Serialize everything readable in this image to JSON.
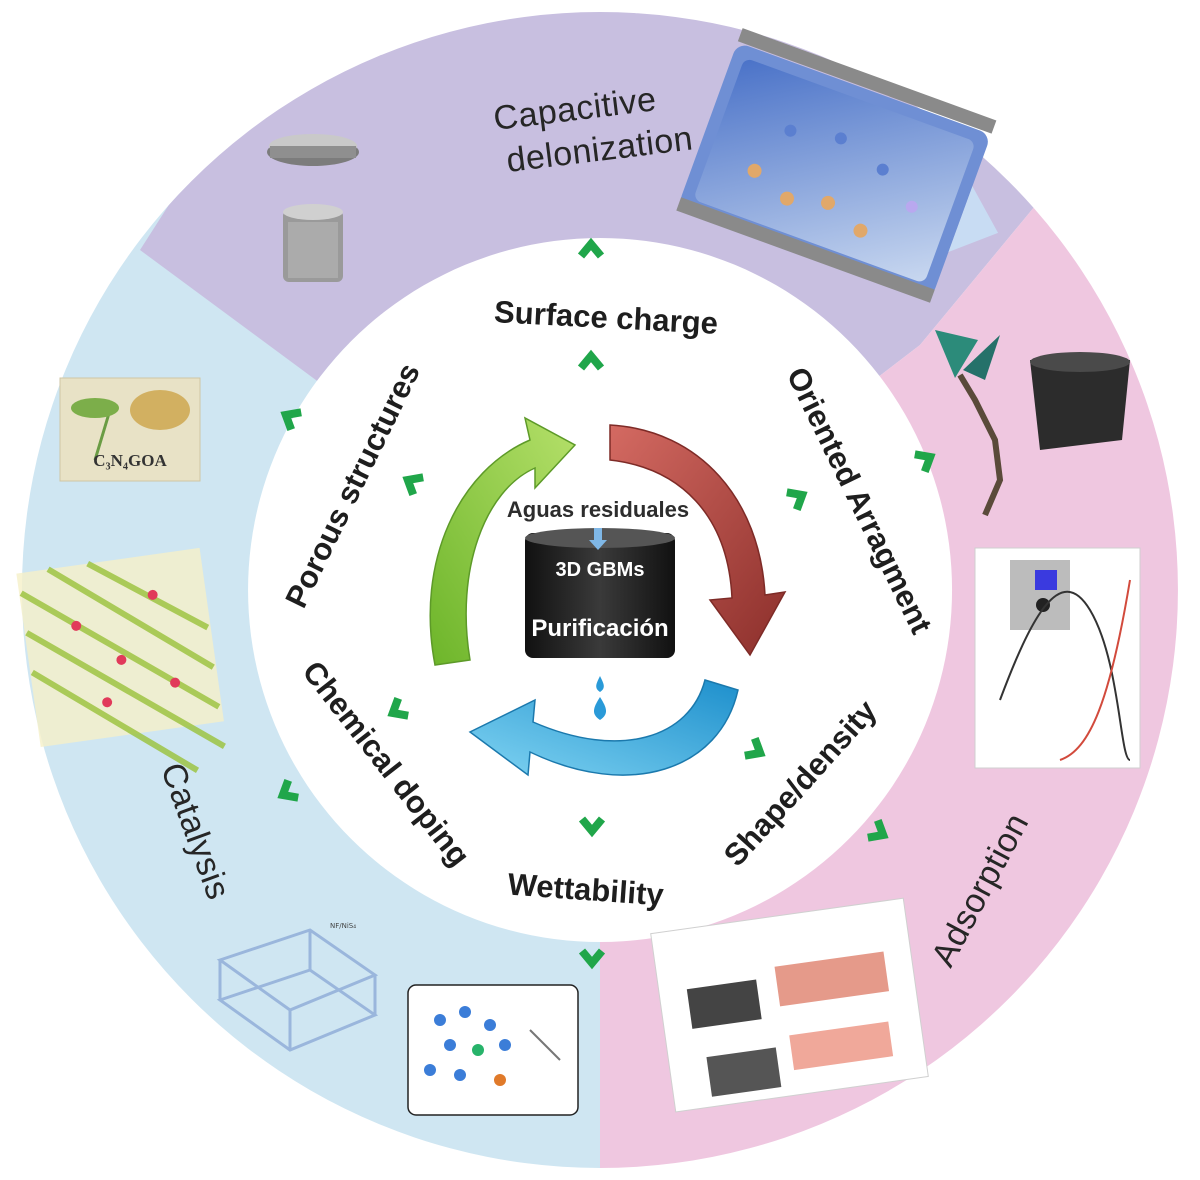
{
  "sectors": {
    "capacitive": {
      "line1": "Capacitive",
      "line2": "delonization",
      "color": "#c8bfe0"
    },
    "adsorption": {
      "label": "Adsorption",
      "color": "#efc7e0"
    },
    "catalysis": {
      "label": "Catalysis",
      "color": "#cfe6f2"
    }
  },
  "factors": {
    "surface_charge": "Surface charge",
    "oriented": "Oriented Arragment",
    "shape_density": "Shape/density",
    "wettability": "Wettability",
    "chemical_doping": "Chemical doping",
    "porous": "Porous structures"
  },
  "center": {
    "top_text": "Aguas residuales",
    "material": "3D GBMs",
    "bottom_text": "Purificación"
  },
  "thumbnails": {
    "cn_goa": "C₃N₄GOA",
    "nf_label": "NF/NiS₄"
  },
  "colors": {
    "arrow_green": "#20a64a",
    "cycle_green": "#8ccf3c",
    "cycle_red": "#b8453e",
    "cycle_blue": "#2aa3d6"
  }
}
